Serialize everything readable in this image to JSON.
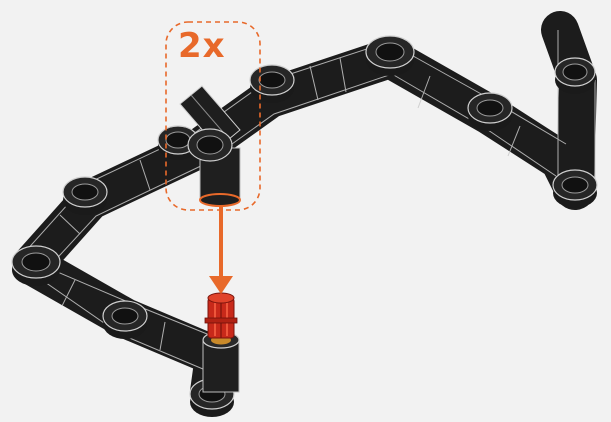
{
  "instruction": {
    "quantity_label": "2x",
    "accent_color": "#e8692a"
  },
  "parts": {
    "frame_color": "#1f1f1f",
    "frame_highlight_color": "#3a3a3a",
    "edge_line_color": "#bfbfbf",
    "pin_color": "#cc2a1a",
    "callout_part": "angled-connector",
    "inserted_part": "red-axle-pin",
    "action_icon": "down-arrow-icon"
  }
}
